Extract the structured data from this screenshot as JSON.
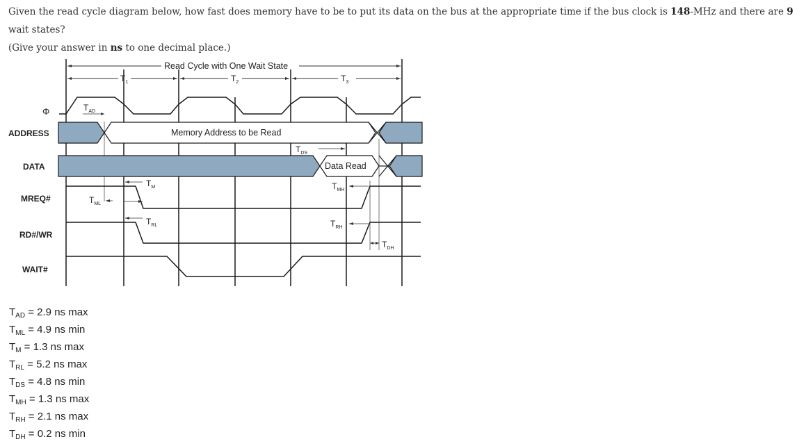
{
  "question": {
    "p1": "Given the read cycle diagram below, how fast does memory have to be to put its data on the bus at the appropriate time if the bus clock is ",
    "clock": "148",
    "p2": "-MHz and there are ",
    "waits": "9",
    "p3": " wait states?",
    "p4": "(Give your answer in ",
    "unit": "ns",
    "p5": " to one decimal place.)"
  },
  "diagram": {
    "title": "Read Cycle with One Wait State",
    "t1": "T",
    "t1_sub": "1",
    "t2": "T",
    "t2_sub": "2",
    "t3": "T",
    "t3_sub": "3",
    "phi": "Φ",
    "signals": {
      "address": "ADDRESS",
      "data": "DATA",
      "mreq": "MREQ#",
      "rdwr": "RD#/WR",
      "wait": "WAIT#"
    },
    "address_text": "Memory Address to be Read",
    "data_text": "Data Read",
    "timing_labels": {
      "tad": "T",
      "tad_sub": "AD",
      "tml": "T",
      "tml_sub": "ML",
      "tm": "T",
      "tm_sub": "M",
      "trl": "T",
      "trl_sub": "RL",
      "tds": "T",
      "tds_sub": "DS",
      "tmh": "T",
      "tmh_sub": "MH",
      "trh": "T",
      "trh_sub": "RH",
      "tdh": "T",
      "tdh_sub": "DH"
    }
  },
  "specs": [
    {
      "sym": "T",
      "sub": "AD",
      "text": " = 2.9 ns max"
    },
    {
      "sym": "T",
      "sub": "ML",
      "text": " = 4.9 ns min"
    },
    {
      "sym": "T",
      "sub": "M",
      "text": " = 1.3 ns max"
    },
    {
      "sym": "T",
      "sub": "RL",
      "text": " = 5.2 ns max"
    },
    {
      "sym": "T",
      "sub": "DS",
      "text": " = 4.8 ns min"
    },
    {
      "sym": "T",
      "sub": "MH",
      "text": " = 1.3 ns max"
    },
    {
      "sym": "T",
      "sub": "RH",
      "text": " = 2.1 ns max"
    },
    {
      "sym": "T",
      "sub": "DH",
      "text": " = 0.2 ns min"
    }
  ],
  "colors": {
    "bus_fill": "#8fa9c0",
    "line": "#1a1a1a"
  }
}
